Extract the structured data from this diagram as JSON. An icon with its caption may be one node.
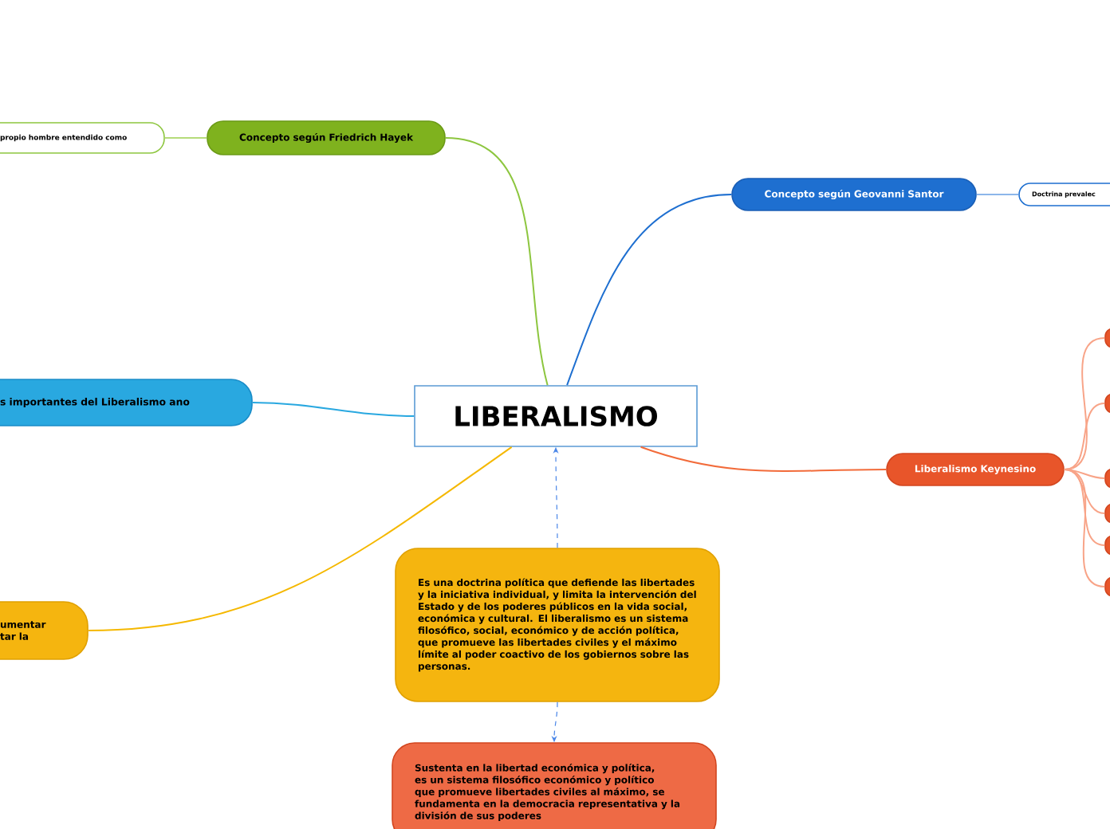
{
  "diagram": {
    "nodes": [
      {
        "text": [
          "LIBERALISMO"
        ]
      },
      {
        "text": [
          "Concepto según Friedrich Hayek"
        ]
      },
      {
        "text": [
          "propio hombre entendido como"
        ]
      },
      {
        "text": [
          "Concepto según Geovanni Santor"
        ]
      },
      {
        "text": [
          "Doctrina prevalec"
        ]
      },
      {
        "text": [
          "s importantes del Liberalismo ano"
        ]
      },
      {
        "text": [
          "umentar tar la"
        ]
      },
      {
        "text": [
          "Liberalismo Keynesino"
        ]
      },
      {
        "text": [
          "Es una doctrina política que defiende las libertades y la iniciativa individual, y limita la intervención del Estado y de los poderes públicos en la vida social, económica y cultural. El liberalismo es un sistema filosófico, social, económico y de acción política, que promueve las libertades civiles y el máximo límite al poder coactivo de los gobiernos sobre las personas."
        ]
      },
      {
        "text": [
          "Sustenta en la libertad económica y política, es un sistema filosófico económico y político que promueve libertades civiles al máximo, se fundamenta en la democracia representativa y la división de sus poderes"
        ]
      },
      {
        "text": [],
        "shape": "box"
      },
      {
        "text": [],
        "shape": "box"
      },
      {
        "text": [],
        "shape": "box"
      },
      {
        "text": [],
        "shape": "box"
      },
      {
        "text": [],
        "shape": "box"
      },
      {
        "text": [],
        "shape": "box"
      }
    ],
    "edges": [
      {
        "from": 0,
        "to": 1,
        "arrow": "none",
        "color": "#8dc63f"
      },
      {
        "from": 1,
        "to": 2,
        "arrow": "none",
        "color": "#b5dc7a"
      },
      {
        "from": 0,
        "to": 3,
        "arrow": "none",
        "color": "#1e6fd0"
      },
      {
        "from": 3,
        "to": 4,
        "arrow": "none",
        "color": "#8cb6ea"
      },
      {
        "from": 0,
        "to": 5,
        "arrow": "none",
        "color": "#29a8e0"
      },
      {
        "from": 0,
        "to": 6,
        "arrow": "none",
        "color": "#f5b800"
      },
      {
        "from": 0,
        "to": 7,
        "arrow": "none",
        "color": "#f26b3a"
      },
      {
        "from": 7,
        "to": 10,
        "arrow": "none",
        "color": "#f8a488"
      },
      {
        "from": 7,
        "to": 11,
        "arrow": "none",
        "color": "#f8a488"
      },
      {
        "from": 7,
        "to": 12,
        "arrow": "none",
        "color": "#f8a488"
      },
      {
        "from": 7,
        "to": 13,
        "arrow": "none",
        "color": "#f8a488"
      },
      {
        "from": 7,
        "to": 14,
        "arrow": "none",
        "color": "#f8a488"
      },
      {
        "from": 7,
        "to": 15,
        "arrow": "none",
        "color": "#f8a488"
      },
      {
        "from": 8,
        "to": 0,
        "arrow": "to",
        "style": "dashed",
        "color": "#4a86e8"
      },
      {
        "from": 8,
        "to": 9,
        "arrow": "to",
        "style": "dashed",
        "color": "#4a86e8"
      }
    ]
  }
}
